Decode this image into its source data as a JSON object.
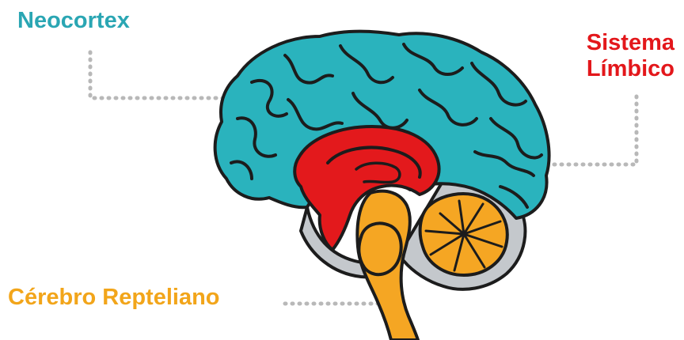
{
  "labels": {
    "neocortex": "Neocortex",
    "limbico_line1": "Sistema",
    "limbico_line2": "Límbico",
    "reptiliano": "Cérebro Repteliano"
  },
  "colors": {
    "neocortex": "#2ab3bd",
    "limbico": "#e3191c",
    "reptiliano": "#f5a623",
    "cerebelo": "#f5a623",
    "outline": "#1c1c1c",
    "background_tissue": "#c4c8cc",
    "connector": "#b8b8b8",
    "neocortex_text": "#2aa6b3",
    "limbico_text": "#e3171b",
    "reptiliano_text": "#f2a51a"
  },
  "icons": {
    "brain": "brain-icon"
  }
}
